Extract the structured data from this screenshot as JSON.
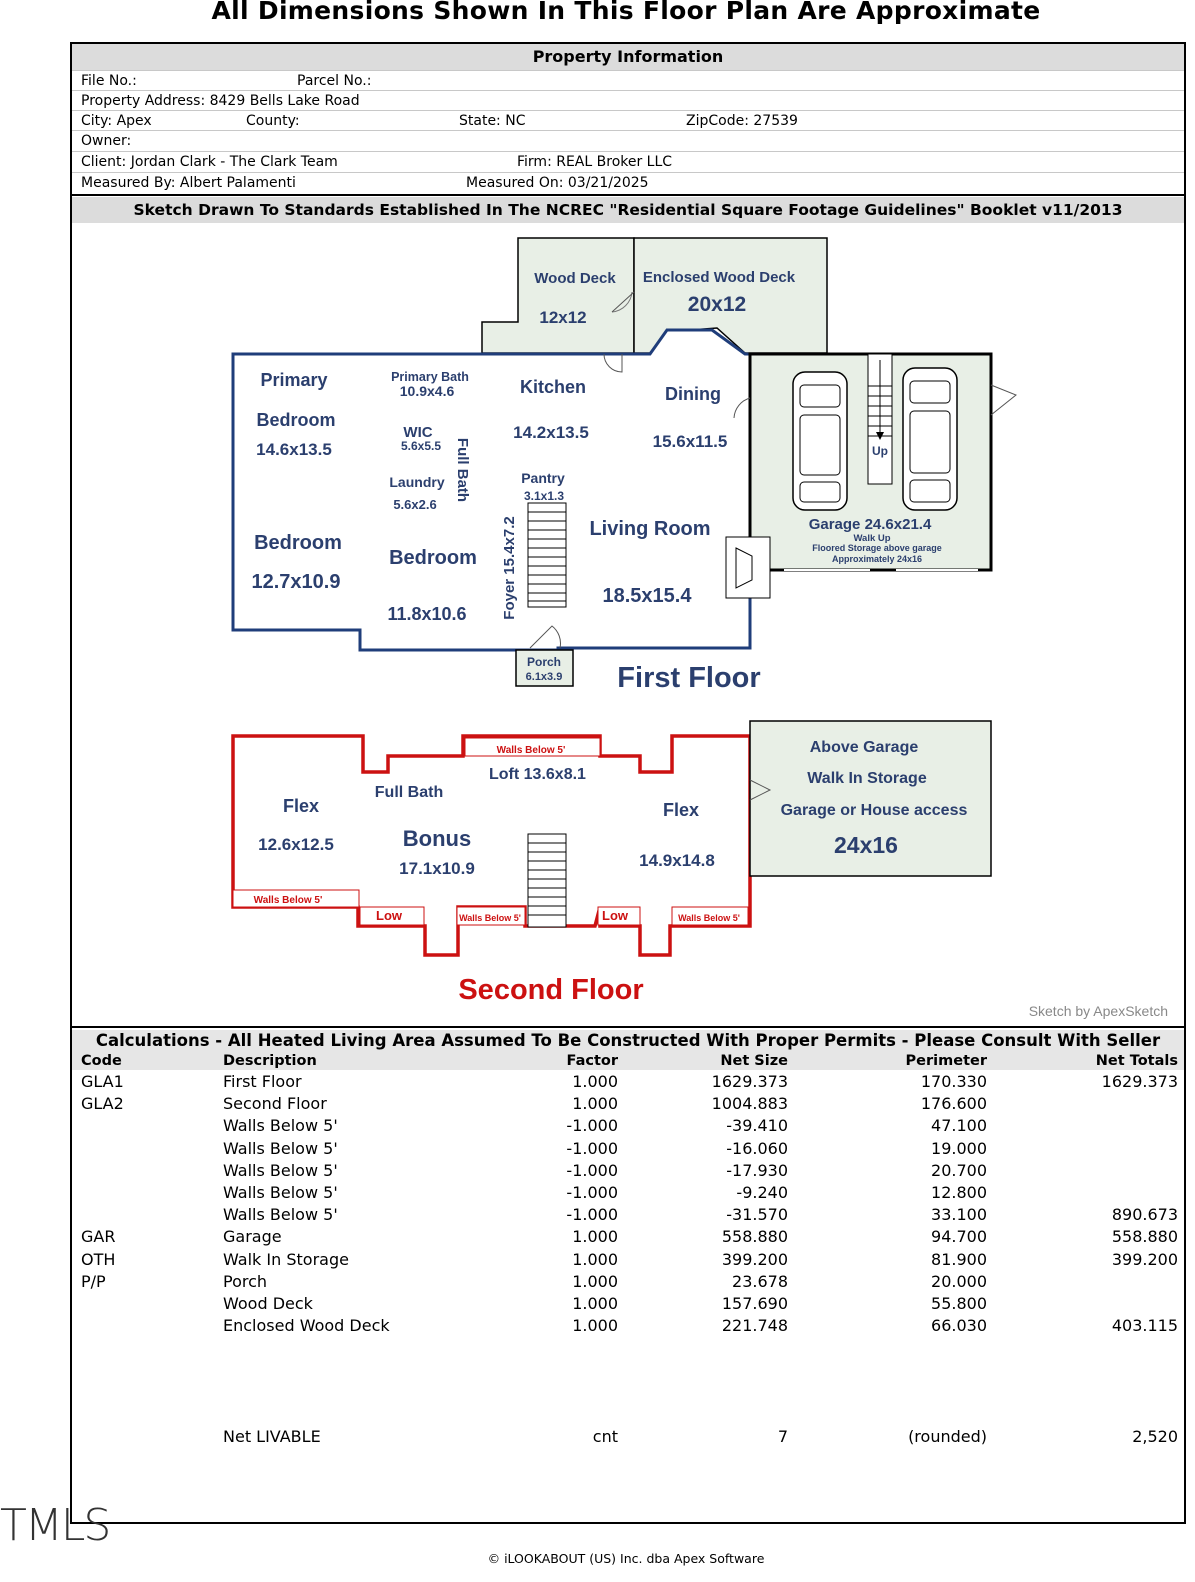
{
  "title": "All Dimensions Shown In This Floor Plan Are Approximate",
  "property": {
    "header": "Property Information",
    "file_no": "File No.:",
    "parcel_no": "Parcel No.:",
    "address": "Property Address: 8429 Bells Lake Road",
    "city": "City: Apex",
    "county": "County:",
    "state": "State: NC",
    "zip": "ZipCode: 27539",
    "owner": "Owner:",
    "client": "Client: Jordan Clark - The Clark Team",
    "firm": "Firm: REAL Broker LLC",
    "measured_by": "Measured By: Albert Palamenti",
    "measured_on": "Measured On: 03/21/2025"
  },
  "standards": "Sketch Drawn To Standards Established In The NCREC \"Residential Square Footage Guidelines\"  Booklet v11/2013",
  "sketch": {
    "wood_deck": "Wood Deck",
    "wood_deck_dim": "12x12",
    "enclosed_deck": "Enclosed Wood Deck",
    "enclosed_deck_dim": "20x12",
    "primary": "Primary",
    "bedroom": "Bedroom",
    "primary_dim": "14.6x13.5",
    "primary_bath": "Primary Bath",
    "primary_bath_dim": "10.9x4.6",
    "wic": "WIC",
    "wic_dim": "5.6x5.5",
    "full_bath": "Full Bath",
    "laundry": "Laundry",
    "laundry_dim": "5.6x2.6",
    "kitchen": "Kitchen",
    "kitchen_dim": "14.2x13.5",
    "dining": "Dining",
    "dining_dim": "15.6x11.5",
    "pantry": "Pantry",
    "pantry_dim": "3.1x1.3",
    "living": "Living Room",
    "living_dim": "18.5x15.4",
    "bedroom2_dim": "12.7x10.9",
    "bedroom3_dim": "11.8x10.6",
    "foyer": "Foyer  15.4x7.2",
    "porch": "Porch",
    "porch_dim": "6.1x3.9",
    "up": "Up",
    "garage": "Garage  24.6x21.4",
    "walk_up": "Walk Up",
    "floored_storage": "Floored Storage above garage",
    "approx": "Approximately 24x16",
    "first_floor": "First Floor",
    "above_garage": "Above Garage",
    "walk_in_storage": "Walk In Storage",
    "garage_access": "Garage or House access",
    "storage_dim": "24x16",
    "walls_below": "Walls Below 5'",
    "low": "Low",
    "loft": "Loft  13.6x8.1",
    "flex": "Flex",
    "flex1_dim": "12.6x12.5",
    "flex2_dim": "14.9x14.8",
    "bonus": "Bonus",
    "bonus_dim": "17.1x10.9",
    "second_floor": "Second Floor",
    "credit": "Sketch by ApexSketch"
  },
  "calc": {
    "title": "Calculations - All Heated Living Area Assumed To Be Constructed With Proper Permits - Please Consult With Seller",
    "headers": {
      "code": "Code",
      "description": "Description",
      "factor": "Factor",
      "net_size": "Net Size",
      "perimeter": "Perimeter",
      "net_totals": "Net Totals"
    },
    "rows": [
      {
        "code": "GLA1",
        "description": "First Floor",
        "factor": "1.000",
        "net_size": "1629.373",
        "perimeter": "170.330",
        "net_totals": "1629.373"
      },
      {
        "code": "GLA2",
        "description": "Second Floor",
        "factor": "1.000",
        "net_size": "1004.883",
        "perimeter": "176.600",
        "net_totals": ""
      },
      {
        "code": "",
        "description": "Walls Below 5'",
        "factor": "-1.000",
        "net_size": "-39.410",
        "perimeter": "47.100",
        "net_totals": ""
      },
      {
        "code": "",
        "description": "Walls Below 5'",
        "factor": "-1.000",
        "net_size": "-16.060",
        "perimeter": "19.000",
        "net_totals": ""
      },
      {
        "code": "",
        "description": "Walls Below 5'",
        "factor": "-1.000",
        "net_size": "-17.930",
        "perimeter": "20.700",
        "net_totals": ""
      },
      {
        "code": "",
        "description": "Walls Below 5'",
        "factor": "-1.000",
        "net_size": "-9.240",
        "perimeter": "12.800",
        "net_totals": ""
      },
      {
        "code": "",
        "description": "Walls Below 5'",
        "factor": "-1.000",
        "net_size": "-31.570",
        "perimeter": "33.100",
        "net_totals": "890.673"
      },
      {
        "code": "GAR",
        "description": "Garage",
        "factor": "1.000",
        "net_size": "558.880",
        "perimeter": "94.700",
        "net_totals": "558.880"
      },
      {
        "code": "OTH",
        "description": "Walk In Storage",
        "factor": "1.000",
        "net_size": "399.200",
        "perimeter": "81.900",
        "net_totals": "399.200"
      },
      {
        "code": "P/P",
        "description": "Porch",
        "factor": "1.000",
        "net_size": "23.678",
        "perimeter": "20.000",
        "net_totals": ""
      },
      {
        "code": "",
        "description": "Wood Deck",
        "factor": "1.000",
        "net_size": "157.690",
        "perimeter": "55.800",
        "net_totals": ""
      },
      {
        "code": "",
        "description": "Enclosed Wood Deck",
        "factor": "1.000",
        "net_size": "221.748",
        "perimeter": "66.030",
        "net_totals": "403.115"
      }
    ],
    "summary": {
      "description": "Net LIVABLE",
      "factor": "cnt",
      "net_size": "7",
      "perimeter": "(rounded)",
      "net_totals": "2,520"
    }
  },
  "copyright": "© iLOOKABOUT (US) Inc. dba Apex Software",
  "watermark": "TMLS",
  "colors": {
    "first_floor": "#1f3d7a",
    "second_floor": "#cc1111",
    "fill": "#e8efe6",
    "label_blue": "#2b3f6e"
  }
}
